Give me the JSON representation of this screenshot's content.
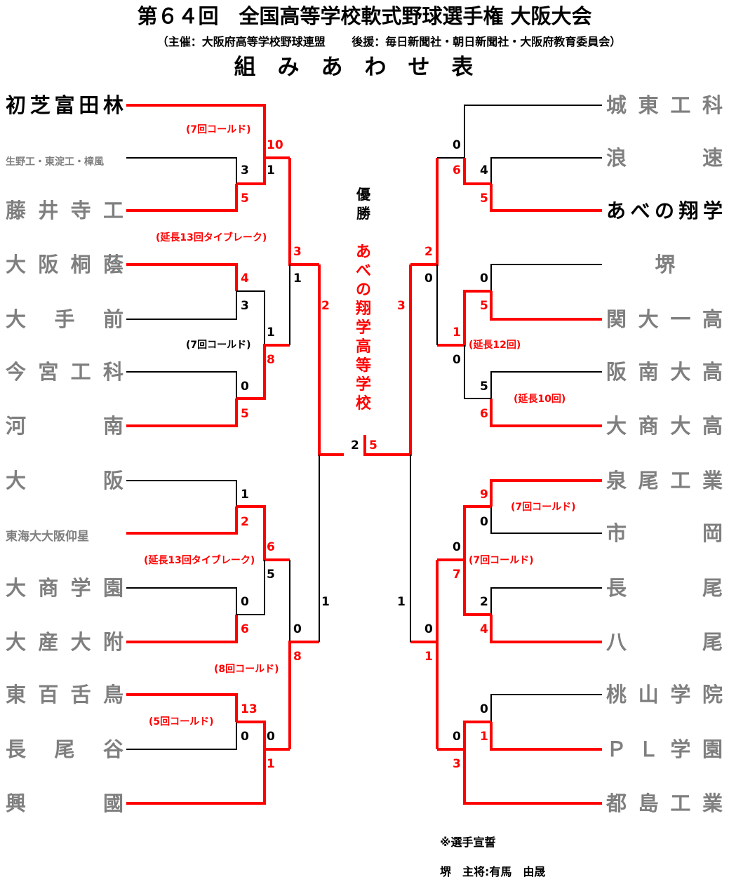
{
  "header": {
    "title": "第６４回　全国高等学校軟式野球選手権 大阪大会",
    "organizer": "（主催：大阪府高等学校野球連盟　　 後援：毎日新聞社・朝日新聞社・大阪府教育委員会）",
    "bracket_title": "組みあわせ表"
  },
  "colors": {
    "winner": "#ff0000",
    "normal": "#000000",
    "team_text": "#7f7f7f"
  },
  "left_teams": [
    "初芝富田林",
    "生野工・東淀工・樟風",
    "藤井寺工",
    "大阪桐蔭",
    "大手前",
    "今宮工科",
    "河南",
    "大阪",
    "東海大大阪仰星",
    "大商学園",
    "大産大附",
    "東百舌鳥",
    "長尾谷",
    "興國"
  ],
  "right_teams": [
    "城東工科",
    "浪速",
    "あべの翔学",
    "堺",
    "関大一高",
    "阪南大高",
    "大商大高",
    "泉尾工業",
    "市岡",
    "長尾",
    "八尾",
    "桃山学院",
    "ＰＬ学園",
    "都島工業"
  ],
  "scores": {
    "l_r1_a_top": "3",
    "l_r1_a_bot": "5",
    "l_r1_b_top": "4",
    "l_r1_b_bot": "3",
    "l_r1_c_top": "0",
    "l_r1_c_bot": "5",
    "l_r1_d_top": "1",
    "l_r1_d_bot": "2",
    "l_r1_e_top": "0",
    "l_r1_e_bot": "6",
    "l_r1_f_top": "13",
    "l_r1_f_bot": "0",
    "l_r2_a_top": "10",
    "l_r2_a_bot": "1",
    "l_r2_b_top": "1",
    "l_r2_b_bot": "8",
    "l_r2_c_top": "6",
    "l_r2_c_bot": "5",
    "l_r2_d_top": "0",
    "l_r2_d_bot": "1",
    "l_qf_a_top": "3",
    "l_qf_a_bot": "1",
    "l_qf_b_top": "0",
    "l_qf_b_bot": "8",
    "l_sf_top": "2",
    "l_sf_bot": "1",
    "final_left": "2",
    "final_right": "5",
    "r_sf_top": "3",
    "r_sf_bot": "1",
    "r_qf_a_top": "2",
    "r_qf_a_bot": "0",
    "r_qf_b_top": "0",
    "r_qf_b_bot": "1",
    "r_r2_a_top": "0",
    "r_r2_a_bot": "6",
    "r_r2_b_top": "1",
    "r_r2_b_bot": "0",
    "r_r2_c_top": "0",
    "r_r2_c_bot": "7",
    "r_r2_d_top": "0",
    "r_r2_d_bot": "3",
    "r_r1_a_top": "4",
    "r_r1_a_bot": "5",
    "r_r1_b_top": "0",
    "r_r1_b_bot": "5",
    "r_r1_c_top": "5",
    "r_r1_c_bot": "6",
    "r_r1_d_top": "9",
    "r_r1_d_bot": "0",
    "r_r1_e_top": "2",
    "r_r1_e_bot": "4",
    "r_r1_f_top": "0",
    "r_r1_f_bot": "1"
  },
  "notes": {
    "l_cold7_a": "(7回コールド)",
    "l_tiebreak13_a": "(延長13回タイブレーク)",
    "l_cold7_b": "(7回コールド)",
    "l_tiebreak13_b": "(延長13回タイブレーク)",
    "l_cold8": "(8回コールド)",
    "l_cold5": "(5回コールド)",
    "r_ext12": "(延長12回)",
    "r_ext10": "(延長10回)",
    "r_cold7_a": "(7回コールド)",
    "r_cold7_b": "(7回コールド)"
  },
  "champion": {
    "label": "優勝",
    "name": "あべの翔学高等学校"
  },
  "oath": {
    "heading": "※選手宣誓",
    "line": "堺　主将:有馬　由晟"
  }
}
